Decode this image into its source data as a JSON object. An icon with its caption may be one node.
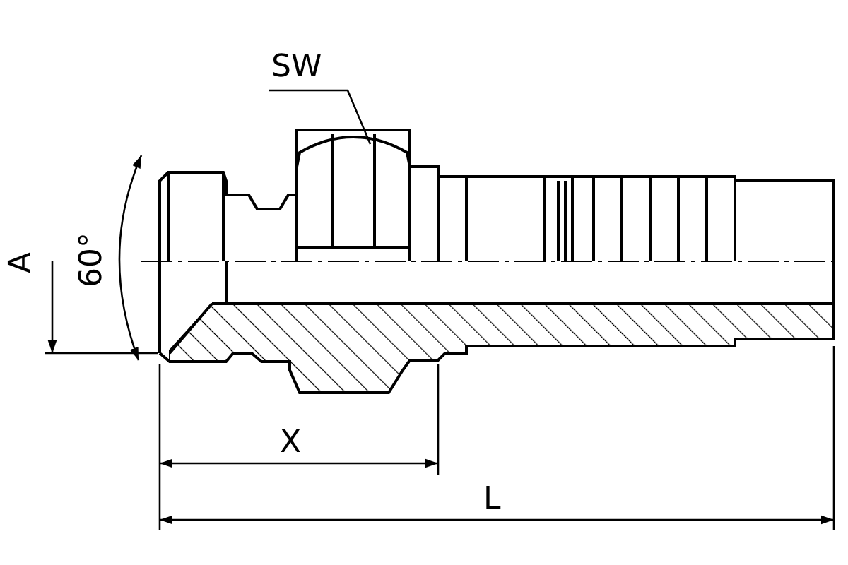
{
  "diagram": {
    "nodes": [
      {
        "text": [
          "SW"
        ]
      },
      {
        "text": [],
        "shape": "picture"
      }
    ],
    "edges": [
      {
        "from": 0,
        "to": 1,
        "arrow": "none"
      }
    ],
    "labels": [
      "A",
      "60°",
      "X",
      "L"
    ]
  }
}
